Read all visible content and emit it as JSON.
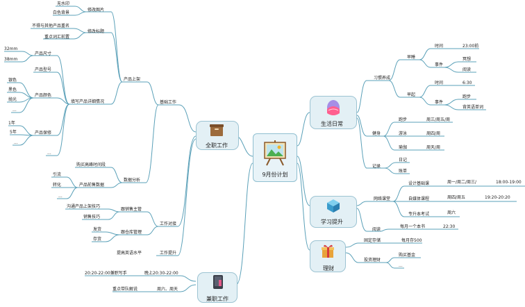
{
  "center": {
    "title": "9月份计划",
    "icon": "easel-painting-icon"
  },
  "branches": {
    "fulltime": {
      "title": "全职工作",
      "icon": "archive-box-icon"
    },
    "parttime": {
      "title": "兼职工作",
      "icon": "tablet-icon"
    },
    "daily": {
      "title": "生活日常",
      "icon": "easter-egg-icon"
    },
    "study": {
      "title": "学习提升",
      "icon": "cube-icon"
    },
    "finance": {
      "title": "理财",
      "icon": "gift-box-icon"
    }
  },
  "labels": {
    "no_watermark": "无水印",
    "white_bg": "白色背景",
    "edit_image": "修改图片",
    "no_dup_name": "不得与其他产品重名",
    "keyword_first": "重点词汇前置",
    "edit_title": "修改标题",
    "size_32": "32mm",
    "size_38": "38mm",
    "product_size": "产品尺寸",
    "product_model": "产品型号",
    "silver": "银色",
    "black": "黑色",
    "polished": "抛光",
    "color_more": "...",
    "product_color": "产品颜色",
    "year_1": "1年",
    "year_5": "5年",
    "warranty_more": "...",
    "product_warranty": "产品保修",
    "detail_more": "...",
    "fill_details": "填写产品详细情况",
    "product_listing": "产品上架",
    "basic_work": "基础工作",
    "buy_peak": "购买高峰时间段",
    "traffic": "引流",
    "conversion": "转化",
    "sales_more": "...",
    "product_sales": "产品前售数据",
    "data_analysis": "数据分析",
    "comm_skills": "沟通产品上架技巧",
    "sales_skills": "销售技巧",
    "with_sales_mgr": "跟销售主管",
    "ship": "发货",
    "inventory": "存货",
    "with_warehouse": "跟仓库管理",
    "work_coordination": "工作对接",
    "improve_english": "提高英语水平",
    "work_improve": "工作提升",
    "weekday_part": "20:20-22:00兼职写手",
    "evening_time": "晚上20:30-22:00",
    "team_leader": "重点带队解说",
    "weekend": "周六、周天",
    "habit": "习惯养成",
    "sleep_early": "早睡",
    "time_a": "时间",
    "t_2300": "23:00前",
    "event_a": "事件",
    "meditate": "冥想",
    "reading_a": "阅读",
    "wake_early": "早起",
    "time_b": "时间",
    "t_630": "6:30",
    "event_b": "事件",
    "running": "跑步",
    "vocab": "背英语单词",
    "fitness": "健身",
    "run2": "跑步",
    "run_days": "周三/周五/周",
    "swim": "游泳",
    "swim_days": "周四/周",
    "yoga": "瑜伽",
    "yoga_days": "周天/周",
    "record": "记录",
    "diary": "日记",
    "ledger": "账单",
    "online_class": "网络课堂",
    "design_basic": "设计基础课",
    "design_days": "周一/周二/周三/",
    "design_time": "18:00-19:00",
    "selfmedia": "自媒体课程",
    "selfmedia_days": "周四/周五",
    "selfmedia_time": "19:20-20:20",
    "upgrade_exam": "专升本考试",
    "exam_day": "周六",
    "read": "阅读",
    "book_monthly": "每月一个本书",
    "t_2230": "22:30",
    "fixed_saving": "固定存储",
    "save_500": "每月存500",
    "invest": "投资理财",
    "buy_fund": "购买基金",
    "invest_more": "..."
  }
}
